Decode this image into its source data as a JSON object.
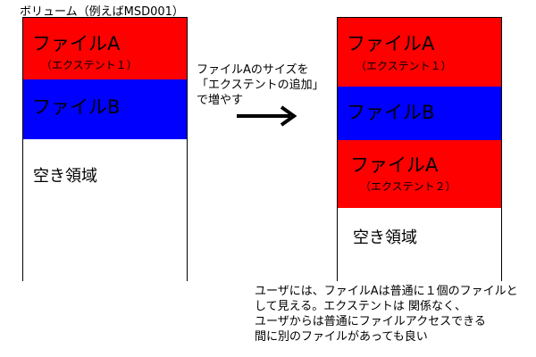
{
  "volume_label": "ボリューム（例えばMSD001）",
  "colors": {
    "file_a": "#ff0000",
    "file_b": "#0000ff",
    "free": "#ffffff",
    "border": "#000000"
  },
  "left_volume": {
    "file_a_name": "ファイルA",
    "file_a_extent": "（エクステント１）",
    "file_b_name": "ファイルB",
    "free_space": "空き領域"
  },
  "middle": {
    "lines": [
      "ファイルAのサイズを",
      "「エクステントの追加」",
      "で増やす"
    ],
    "arrow_icon": "right-arrow-icon"
  },
  "right_volume": {
    "file_a_name": "ファイルA",
    "file_a_extent": "（エクステント１）",
    "file_b_name": "ファイルB",
    "file_a2_name": "ファイルA",
    "file_a2_extent": "（エクステント２）",
    "free_space": "空き領域"
  },
  "note": {
    "lines": [
      "ユーザには、ファイルAは普通に１個のファイルと",
      "して見える。エクステントは 関係なく、",
      "ユーザからは普通にファイルアクセスできる",
      "間に別のファイルがあっても良い"
    ]
  }
}
